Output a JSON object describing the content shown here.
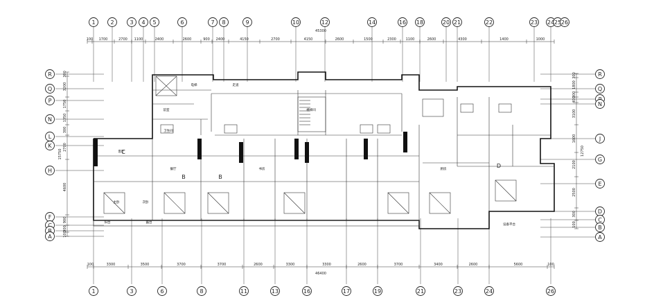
{
  "top_axes": [
    "1",
    "2",
    "3",
    "4",
    "5",
    "6",
    "7",
    "8",
    "9",
    "10",
    "12",
    "14",
    "16",
    "18",
    "20",
    "21",
    "22",
    "23",
    "24",
    "25",
    "26"
  ],
  "bottom_axes": [
    "1",
    "3",
    "6",
    "8",
    "11",
    "13",
    "16",
    "17",
    "19",
    "21",
    "23",
    "24",
    "26"
  ],
  "left_axes": [
    "R",
    "Q",
    "P",
    "N",
    "L",
    "K",
    "H",
    "F",
    "C",
    "B",
    "A"
  ],
  "right_axes": [
    "R",
    "Q",
    "P",
    "N",
    "J",
    "G",
    "E",
    "D",
    "C",
    "B",
    "A"
  ],
  "top_dims": [
    "100",
    "1700",
    "2700",
    "1100",
    "2400",
    "2600",
    "900",
    "2400",
    "4150",
    "2700",
    "4150",
    "2600",
    "1500",
    "2300",
    "1100",
    "2600",
    "4300",
    "1400",
    "1000"
  ],
  "top_total": "45300",
  "bottom_dims": [
    "100",
    "3300",
    "3500",
    "3700",
    "3700",
    "2600",
    "3300",
    "3300",
    "2600",
    "3700",
    "3400",
    "2600",
    "5600",
    "100"
  ],
  "bottom_total": "46400",
  "left_dims": [
    "300",
    "3200",
    "1750",
    "1350",
    "300",
    "2700",
    "4600",
    "900",
    "300",
    "100"
  ],
  "left_total": "15750",
  "right_dims": [
    "300",
    "1800",
    "300",
    "400",
    "3100",
    "1600",
    "2100",
    "2500",
    "300",
    "100"
  ],
  "right_total": "12750",
  "room_labels": [
    "前室",
    "走道",
    "电梯",
    "楼梯间",
    "客厅",
    "餐厅",
    "主卧",
    "次卧",
    "书房",
    "卫生间",
    "厨房",
    "阳台",
    "露台",
    "设备平台"
  ],
  "unit_labels": [
    "B",
    "B",
    "C",
    "D"
  ]
}
